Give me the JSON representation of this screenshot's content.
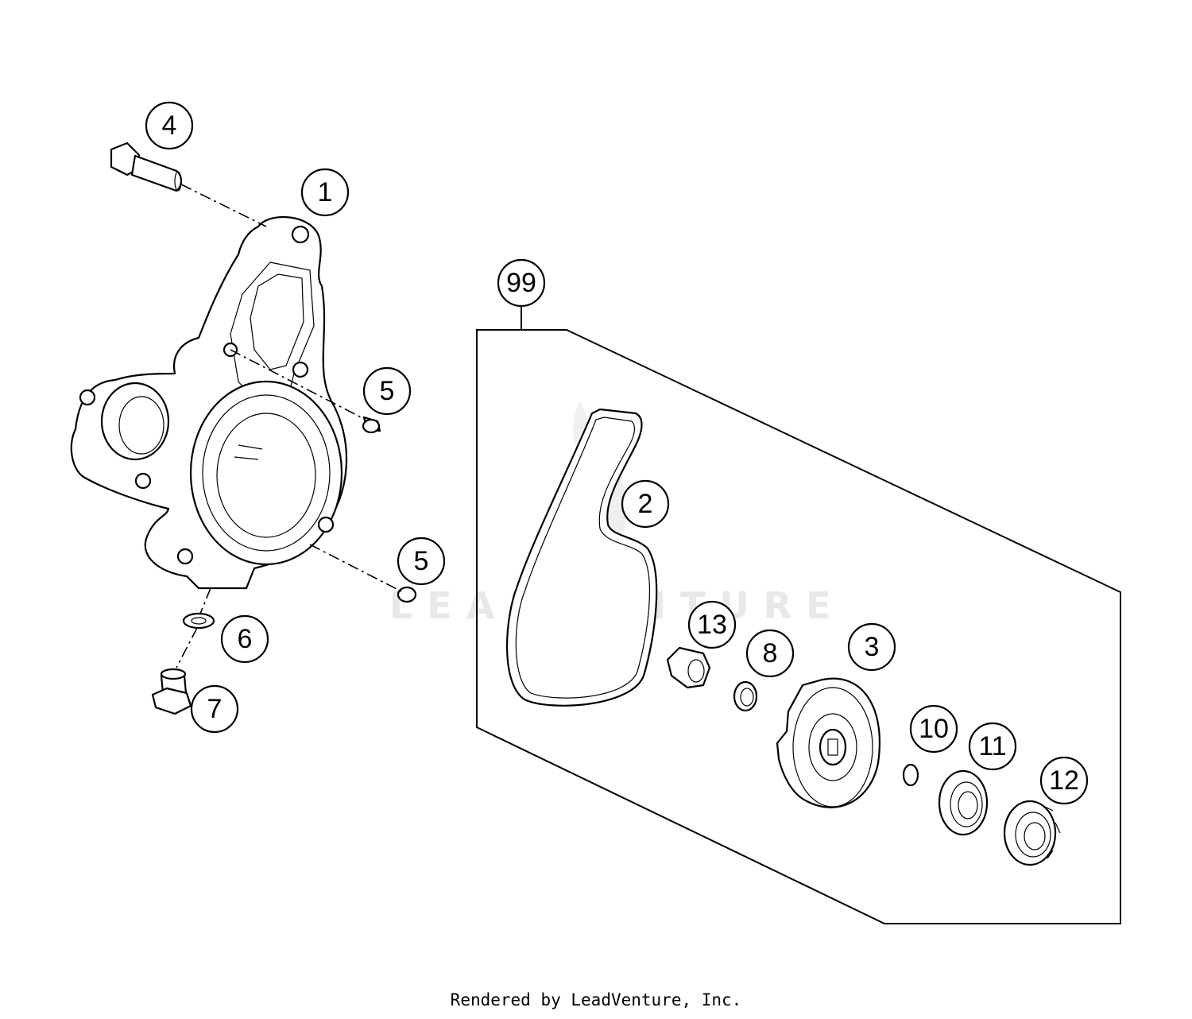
{
  "callouts": {
    "c1": "1",
    "c2": "2",
    "c3": "3",
    "c4": "4",
    "c5a": "5",
    "c5b": "5",
    "c6": "6",
    "c7": "7",
    "c8": "8",
    "c10": "10",
    "c11": "11",
    "c12": "12",
    "c13": "13",
    "c99": "99"
  },
  "watermark": "LEADVENTURE",
  "footer": "Rendered by LeadVenture, Inc."
}
